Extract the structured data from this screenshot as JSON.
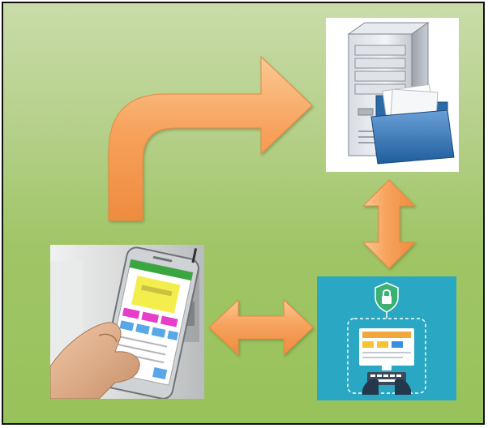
{
  "diagram": {
    "nodes": [
      {
        "id": "server",
        "icon": "server-with-folder-icon"
      },
      {
        "id": "mobile",
        "icon": "smartphone-app-photo"
      },
      {
        "id": "secure-workstation",
        "icon": "secure-computer-icon"
      }
    ],
    "edges": [
      {
        "from": "mobile",
        "to": "server",
        "style": "curved-one-way"
      },
      {
        "from": "server",
        "to": "secure-workstation",
        "style": "two-way"
      },
      {
        "from": "mobile",
        "to": "secure-workstation",
        "style": "two-way"
      }
    ],
    "colors": {
      "background_top": "#c9dca9",
      "background_bottom": "#98c25a",
      "arrow_fill": "#f7a25c",
      "arrow_highlight": "#fbc894",
      "secure_panel": "#2aa7c2",
      "lock_badge": "#3bb273"
    }
  }
}
